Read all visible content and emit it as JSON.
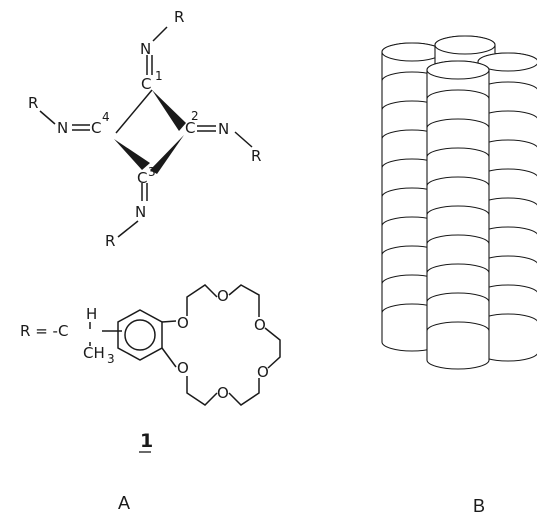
{
  "molecule": {
    "atoms": {
      "n": "N",
      "r": "R",
      "c": "C",
      "loc1": "1",
      "loc2": "2",
      "loc3": "3",
      "loc4": "4"
    },
    "substituent": {
      "r_eq": "R = -C",
      "h": "H",
      "ch": "CH",
      "sub3": "3",
      "o": "O"
    },
    "compound_number": "1"
  },
  "panels": {
    "a": "A",
    "b": "B"
  },
  "colors": {
    "ink": "#1a1a1a",
    "background": "#ffffff"
  }
}
